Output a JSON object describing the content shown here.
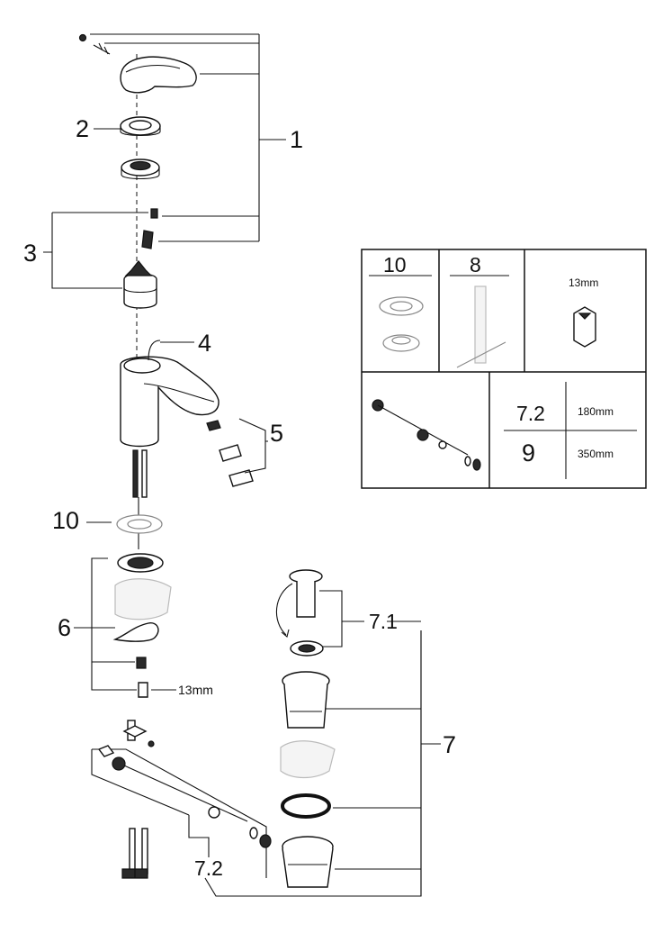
{
  "callouts": {
    "c1": "1",
    "c2": "2",
    "c3": "3",
    "c4": "4",
    "c5": "5",
    "c6": "6",
    "c7": "7",
    "c7_1": "7.1",
    "c7_2": "7.2",
    "c10": "10",
    "c13mm": "13mm"
  },
  "accessory_box": {
    "h10": "10",
    "h8": "8",
    "wrench": "13mm",
    "row_72": "7.2",
    "row_9": "9",
    "len_180": "180mm",
    "len_350": "350mm"
  },
  "colors": {
    "line": "#111111",
    "ghost": "#bbbbbb",
    "background": "#ffffff"
  }
}
